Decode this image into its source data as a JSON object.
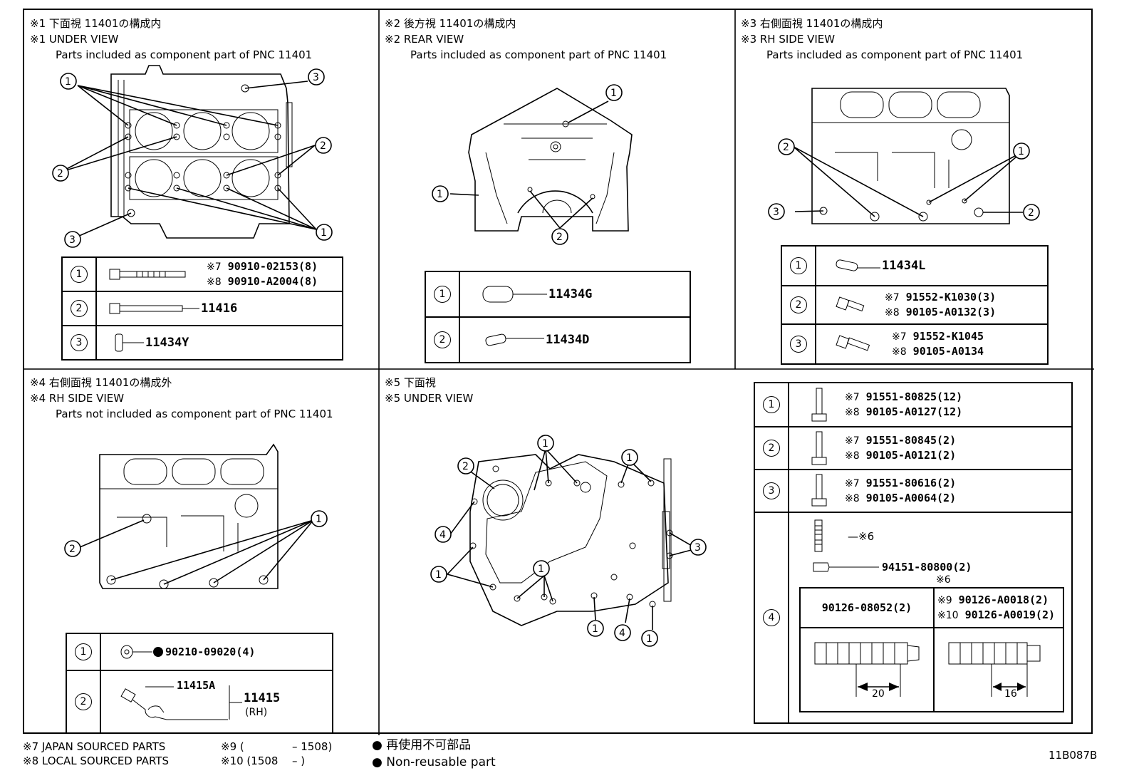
{
  "diagram_code": "11B087B",
  "panels": {
    "p1": {
      "title_jp": "※1 下面視 11401の構成内",
      "title_en": "※1 UNDER VIEW",
      "note": "Parts included as component part of PNC 11401",
      "callouts": [
        "1",
        "2",
        "3"
      ],
      "rows": [
        {
          "num": "1",
          "lines": [
            {
              "mark": "※7",
              "part": "90910-02153(8)"
            },
            {
              "mark": "※8",
              "part": "90910-A2004(8)"
            }
          ]
        },
        {
          "num": "2",
          "part": "11416"
        },
        {
          "num": "3",
          "part": "11434Y"
        }
      ]
    },
    "p2": {
      "title_jp": "※2 後方視 11401の構成内",
      "title_en": "※2 REAR VIEW",
      "note": "Parts included as component part of PNC 11401",
      "callouts": [
        "1",
        "2"
      ],
      "rows": [
        {
          "num": "1",
          "part": "11434G"
        },
        {
          "num": "2",
          "part": "11434D"
        }
      ]
    },
    "p3": {
      "title_jp": "※3 右側面視 11401の構成内",
      "title_en": "※3 RH SIDE VIEW",
      "note": "Parts included as component part of PNC 11401",
      "callouts": [
        "1",
        "2",
        "3"
      ],
      "rows": [
        {
          "num": "1",
          "part": "11434L"
        },
        {
          "num": "2",
          "lines": [
            {
              "mark": "※7",
              "part": "91552-K1030(3)"
            },
            {
              "mark": "※8",
              "part": "90105-A0132(3)"
            }
          ]
        },
        {
          "num": "3",
          "lines": [
            {
              "mark": "※7",
              "part": "91552-K1045"
            },
            {
              "mark": "※8",
              "part": "90105-A0134"
            }
          ]
        }
      ]
    },
    "p4": {
      "title_jp": "※4 右側面視 11401の構成外",
      "title_en": "※4 RH SIDE VIEW",
      "note": "Parts not included as component part of PNC 11401",
      "callouts": [
        "1",
        "2"
      ],
      "rows": [
        {
          "num": "1",
          "part": "90210-09020(4)"
        },
        {
          "num": "2",
          "part_a": "11415A",
          "part_b": "11415",
          "side": "(RH)"
        }
      ]
    },
    "p5": {
      "title_jp": "※5 下面視",
      "title_en": "※5 UNDER VIEW",
      "callouts": [
        "1",
        "2",
        "3",
        "4"
      ],
      "rows": [
        {
          "num": "1",
          "lines": [
            {
              "mark": "※7",
              "part": "91551-80825(12)"
            },
            {
              "mark": "※8",
              "part": "90105-A0127(12)"
            }
          ]
        },
        {
          "num": "2",
          "lines": [
            {
              "mark": "※7",
              "part": "91551-80845(2)"
            },
            {
              "mark": "※8",
              "part": "90105-A0121(2)"
            }
          ]
        },
        {
          "num": "3",
          "lines": [
            {
              "mark": "※7",
              "part": "91551-80616(2)"
            },
            {
              "mark": "※8",
              "part": "90105-A0064(2)"
            }
          ]
        },
        {
          "num": "4",
          "stud_mark": "※6",
          "nut_part": "94151-80800(2)",
          "sub_mark": "※6",
          "stud_a_part": "90126-08052(2)",
          "stud_b_lines": [
            {
              "mark": "※9",
              "part": "90126-A0018(2)"
            },
            {
              "mark": "※10",
              "part": "90126-A0019(2)"
            }
          ],
          "dim_a": "20",
          "dim_b": "16"
        }
      ]
    }
  },
  "footer": {
    "note7": "※7 JAPAN SOURCED PARTS",
    "note8": "※8 LOCAL SOURCED PARTS",
    "note9_mark": "※9 (",
    "note9_val": "– 1508)",
    "note10_mark": "※10 (1508",
    "note10_val": "–      )",
    "bullet_jp": "再使用不可部品",
    "bullet_en": "Non-reusable part"
  }
}
